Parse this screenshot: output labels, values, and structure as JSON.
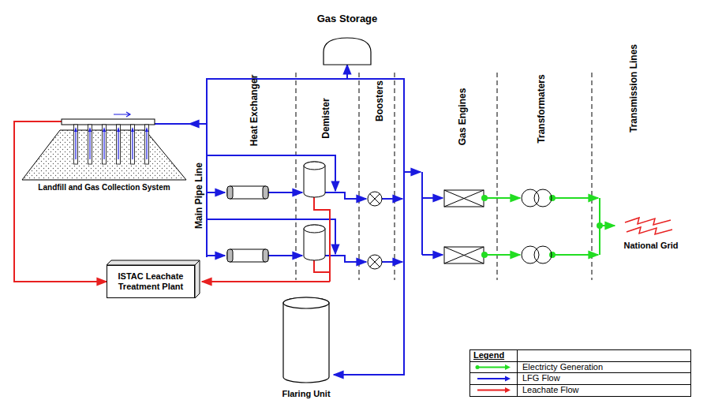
{
  "diagram": {
    "nodes": [
      {
        "text": [
          "Gas Storage"
        ]
      },
      {
        "text": [
          "Landfill and Gas Collection System"
        ]
      },
      {
        "text": [
          "ISTAC Leachate Treatment Plant"
        ]
      },
      {
        "text": [
          "Flaring Unit"
        ]
      },
      {
        "text": [
          "National Grid"
        ]
      }
    ],
    "edges": [
      {
        "from": 1,
        "to": 0,
        "arrow": "both"
      },
      {
        "from": 1,
        "to": 3,
        "arrow": "to"
      },
      {
        "from": 1,
        "to": 2,
        "arrow": "to"
      }
    ],
    "labels": [
      "Heat Exchanger",
      "Demister",
      "Boosters",
      "Gas Engines",
      "Transformaters",
      "Transmission Lines",
      "Main Pipe Line",
      "Legend"
    ],
    "legend": [
      {
        "text": "Electricty Generation",
        "color": "#22dd22"
      },
      {
        "text": "LFG Flow",
        "color": "#1a1ae0"
      },
      {
        "text": "Leachate Flow",
        "color": "#e82020"
      }
    ]
  }
}
